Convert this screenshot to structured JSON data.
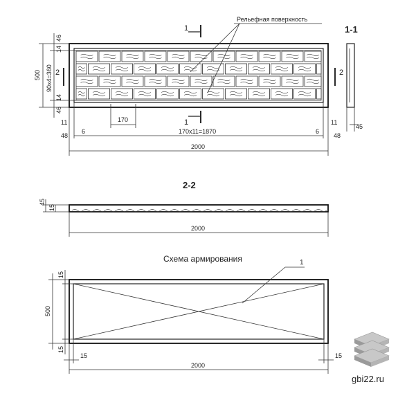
{
  "view_top": {
    "annotation": "Рельефная поверхность",
    "section_11": "1-1",
    "cut1_top": "1",
    "cut1_bottom": "1",
    "cut2_left": "2",
    "cut2_right": "2",
    "dim_46_top": "46",
    "dim_14_top": "14",
    "dim_90x4": "90х4=360",
    "dim_14_bottom": "14",
    "dim_46_bottom": "46",
    "dim_500": "500",
    "dim_11_left": "11",
    "dim_48_left": "48",
    "dim_6_left": "6",
    "dim_170": "170",
    "dim_170x11": "170х11=1870",
    "dim_6_right": "6",
    "dim_11_right": "11",
    "dim_48_right": "48",
    "dim_2000": "2000",
    "dim_45_side": "45"
  },
  "view_section": {
    "title": "2-2",
    "dim_45": "45",
    "dim_15": "15",
    "dim_2000": "2000"
  },
  "view_reinf": {
    "title": "Схема армирования",
    "callout": "1",
    "dim_15_top": "15",
    "dim_500": "500",
    "dim_15_bottom": "15",
    "dim_15_left": "15",
    "dim_2000": "2000",
    "dim_15_right": "15"
  },
  "watermark": {
    "site": "gbi22.ru"
  }
}
